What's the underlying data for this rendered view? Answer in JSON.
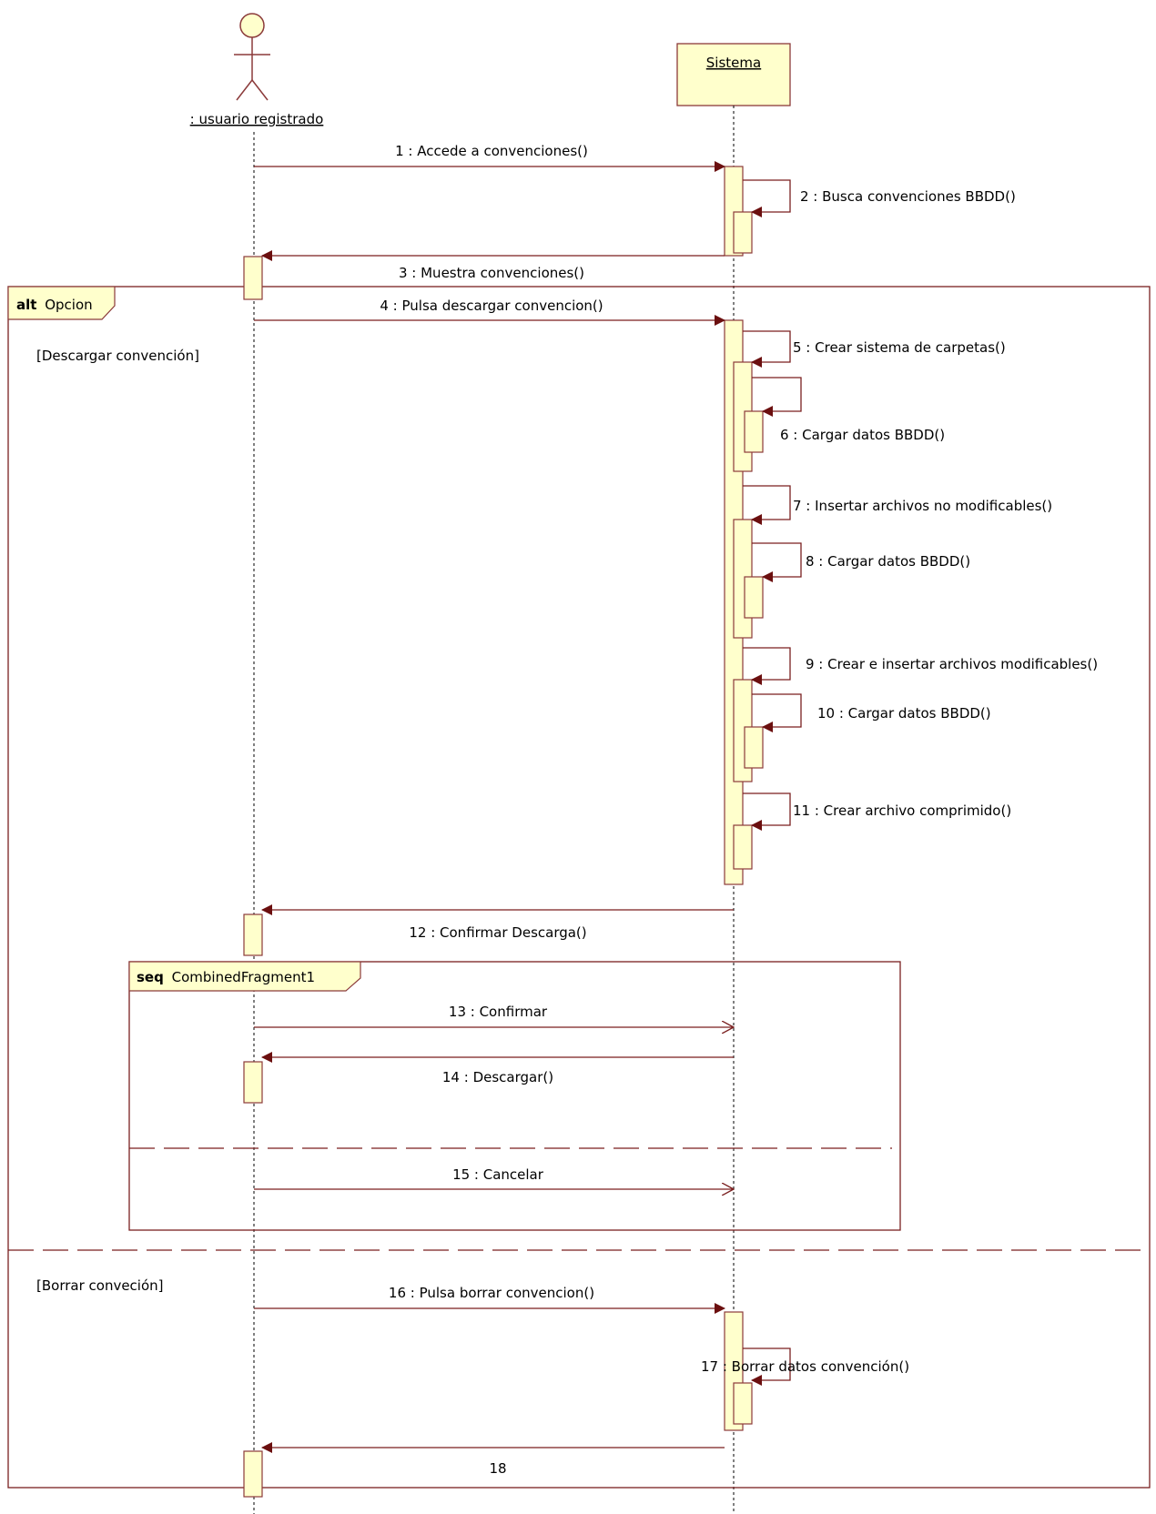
{
  "colors": {
    "line": "#7a1f1f",
    "arrow": "#6b0f0f",
    "box_fill": "#ffffcc",
    "box_stroke": "#8b3a3a",
    "text": "#000000"
  },
  "lifelines": {
    "user": {
      "name": ": usuario registrado",
      "icon": "actor-stick-figure-icon"
    },
    "system": {
      "name": "Sistema"
    }
  },
  "fragments": {
    "alt": {
      "operator": "alt",
      "name": "Opcion",
      "guard_1": "[Descargar convención]",
      "guard_2": "[Borrar conveción]"
    },
    "seq": {
      "operator": "seq",
      "name": "CombinedFragment1"
    }
  },
  "messages": [
    {
      "label": "1 : Accede a convenciones()"
    },
    {
      "label": "2 : Busca convenciones BBDD()"
    },
    {
      "label": "3 : Muestra convenciones()"
    },
    {
      "label": "4 : Pulsa descargar convencion()"
    },
    {
      "label": "5 : Crear sistema de carpetas()"
    },
    {
      "label": "6 : Cargar datos BBDD()"
    },
    {
      "label": "7 : Insertar archivos no modificables()"
    },
    {
      "label": "8 : Cargar datos BBDD()"
    },
    {
      "label": "9 : Crear e insertar archivos modificables()"
    },
    {
      "label": "10 : Cargar datos BBDD()"
    },
    {
      "label": "11 : Crear archivo comprimido()"
    },
    {
      "label": "12 : Confirmar Descarga()"
    },
    {
      "label": "13 : Confirmar"
    },
    {
      "label": "14 : Descargar()"
    },
    {
      "label": "15 : Cancelar"
    },
    {
      "label": "16 : Pulsa borrar convencion()"
    },
    {
      "label": "17 : Borrar datos convención()"
    },
    {
      "label": "18"
    }
  ]
}
